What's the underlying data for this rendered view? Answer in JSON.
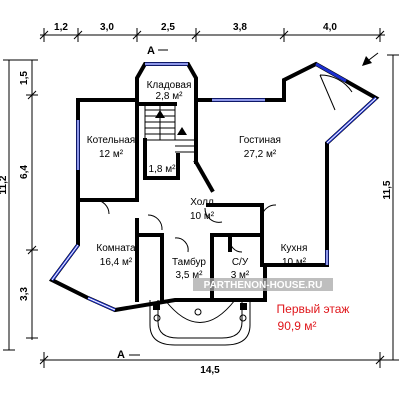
{
  "dimensions": {
    "top": [
      "1,2",
      "3,0",
      "2,5",
      "3,8",
      "4,0"
    ],
    "left": [
      "1,5",
      "6,4",
      "3,3"
    ],
    "left_total": "11,2",
    "right_total": "11,5",
    "bottom_total": "14,5"
  },
  "section_mark": "A",
  "rooms": [
    {
      "name": "Кладовая",
      "area": "2,8 м²"
    },
    {
      "name": "Котельная",
      "area": "12 м²"
    },
    {
      "name": "",
      "area": "1,8 м²"
    },
    {
      "name": "Гостиная",
      "area": "27,2 м²"
    },
    {
      "name": "Холл",
      "area": "10 м²"
    },
    {
      "name": "С/У",
      "area": "3 м²"
    },
    {
      "name": "Комната",
      "area": "16,4 м²"
    },
    {
      "name": "Тамбур",
      "area": "3,5 м²"
    },
    {
      "name": "Кухня",
      "area": "10 м²"
    }
  ],
  "watermark": "PARTHENON-HOUSE.RU",
  "summary": {
    "title": "Первый этаж",
    "area": "90,9 м²",
    "color": "#e0161b"
  },
  "colors": {
    "walls": "#000000",
    "windows": "#1c2fd0",
    "background": "#ffffff",
    "watermark_band": "#a8a8a8"
  }
}
